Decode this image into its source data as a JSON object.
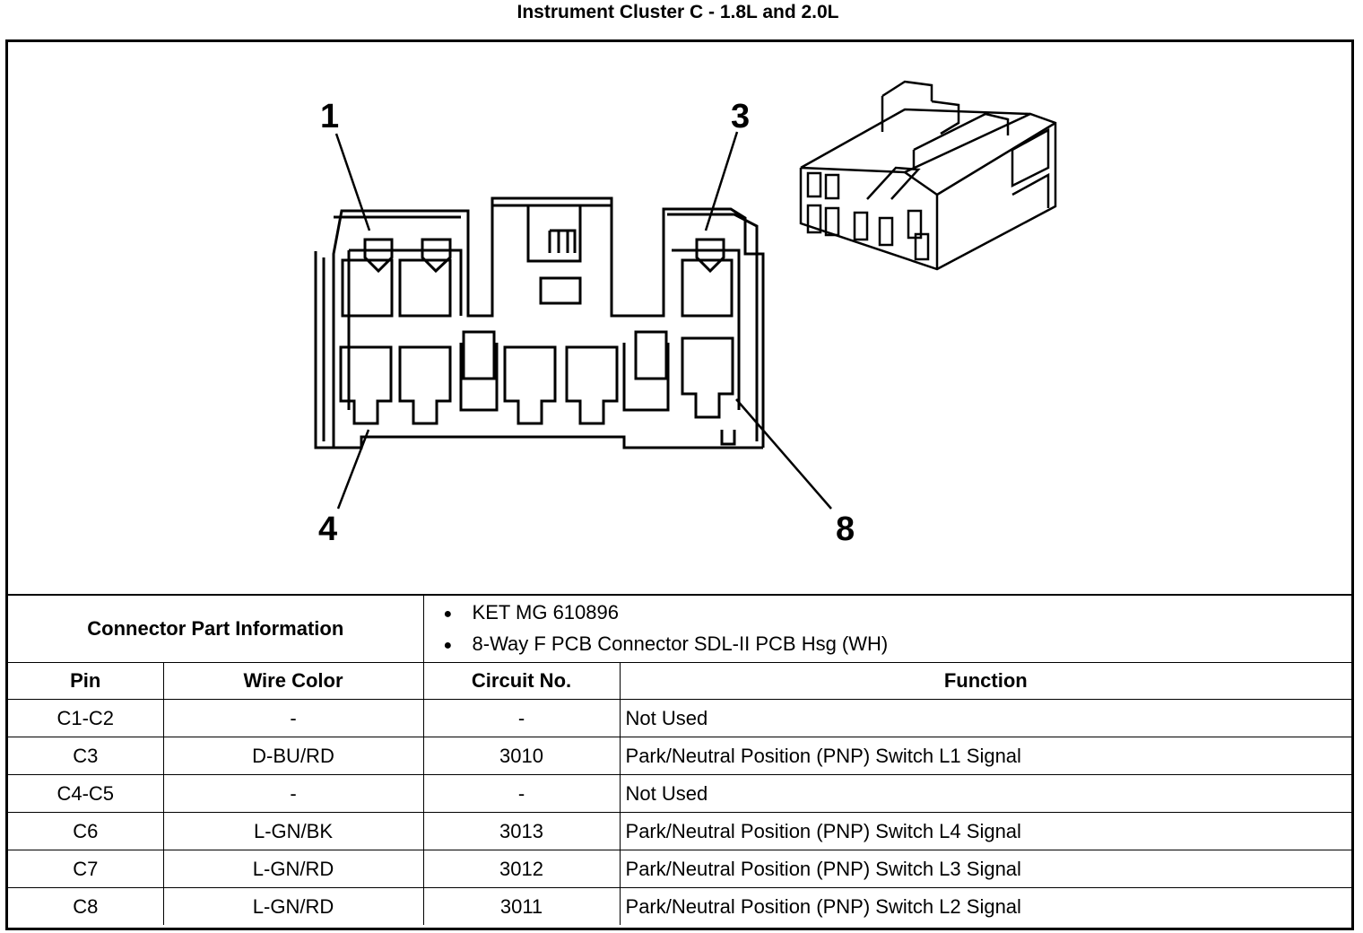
{
  "title": "Instrument Cluster C - 1.8L and 2.0L",
  "callouts": {
    "pin1": "1",
    "pin3": "3",
    "pin4": "4",
    "pin8": "8"
  },
  "connector_info": {
    "label": "Connector Part Information",
    "items": [
      "KET MG 610896",
      "8-Way F PCB Connector SDL-II PCB Hsg (WH)"
    ]
  },
  "table": {
    "headers": [
      "Pin",
      "Wire Color",
      "Circuit No.",
      "Function"
    ],
    "rows": [
      [
        "C1-C2",
        "-",
        "-",
        "Not Used"
      ],
      [
        "C3",
        "D-BU/RD",
        "3010",
        "Park/Neutral Position (PNP) Switch L1 Signal"
      ],
      [
        "C4-C5",
        "-",
        "-",
        "Not Used"
      ],
      [
        "C6",
        "L-GN/BK",
        "3013",
        "Park/Neutral Position (PNP) Switch L4 Signal"
      ],
      [
        "C7",
        "L-GN/RD",
        "3012",
        "Park/Neutral Position (PNP) Switch L3 Signal"
      ],
      [
        "C8",
        "L-GN/RD",
        "3011",
        "Park/Neutral Position (PNP) Switch L2 Signal"
      ]
    ]
  }
}
